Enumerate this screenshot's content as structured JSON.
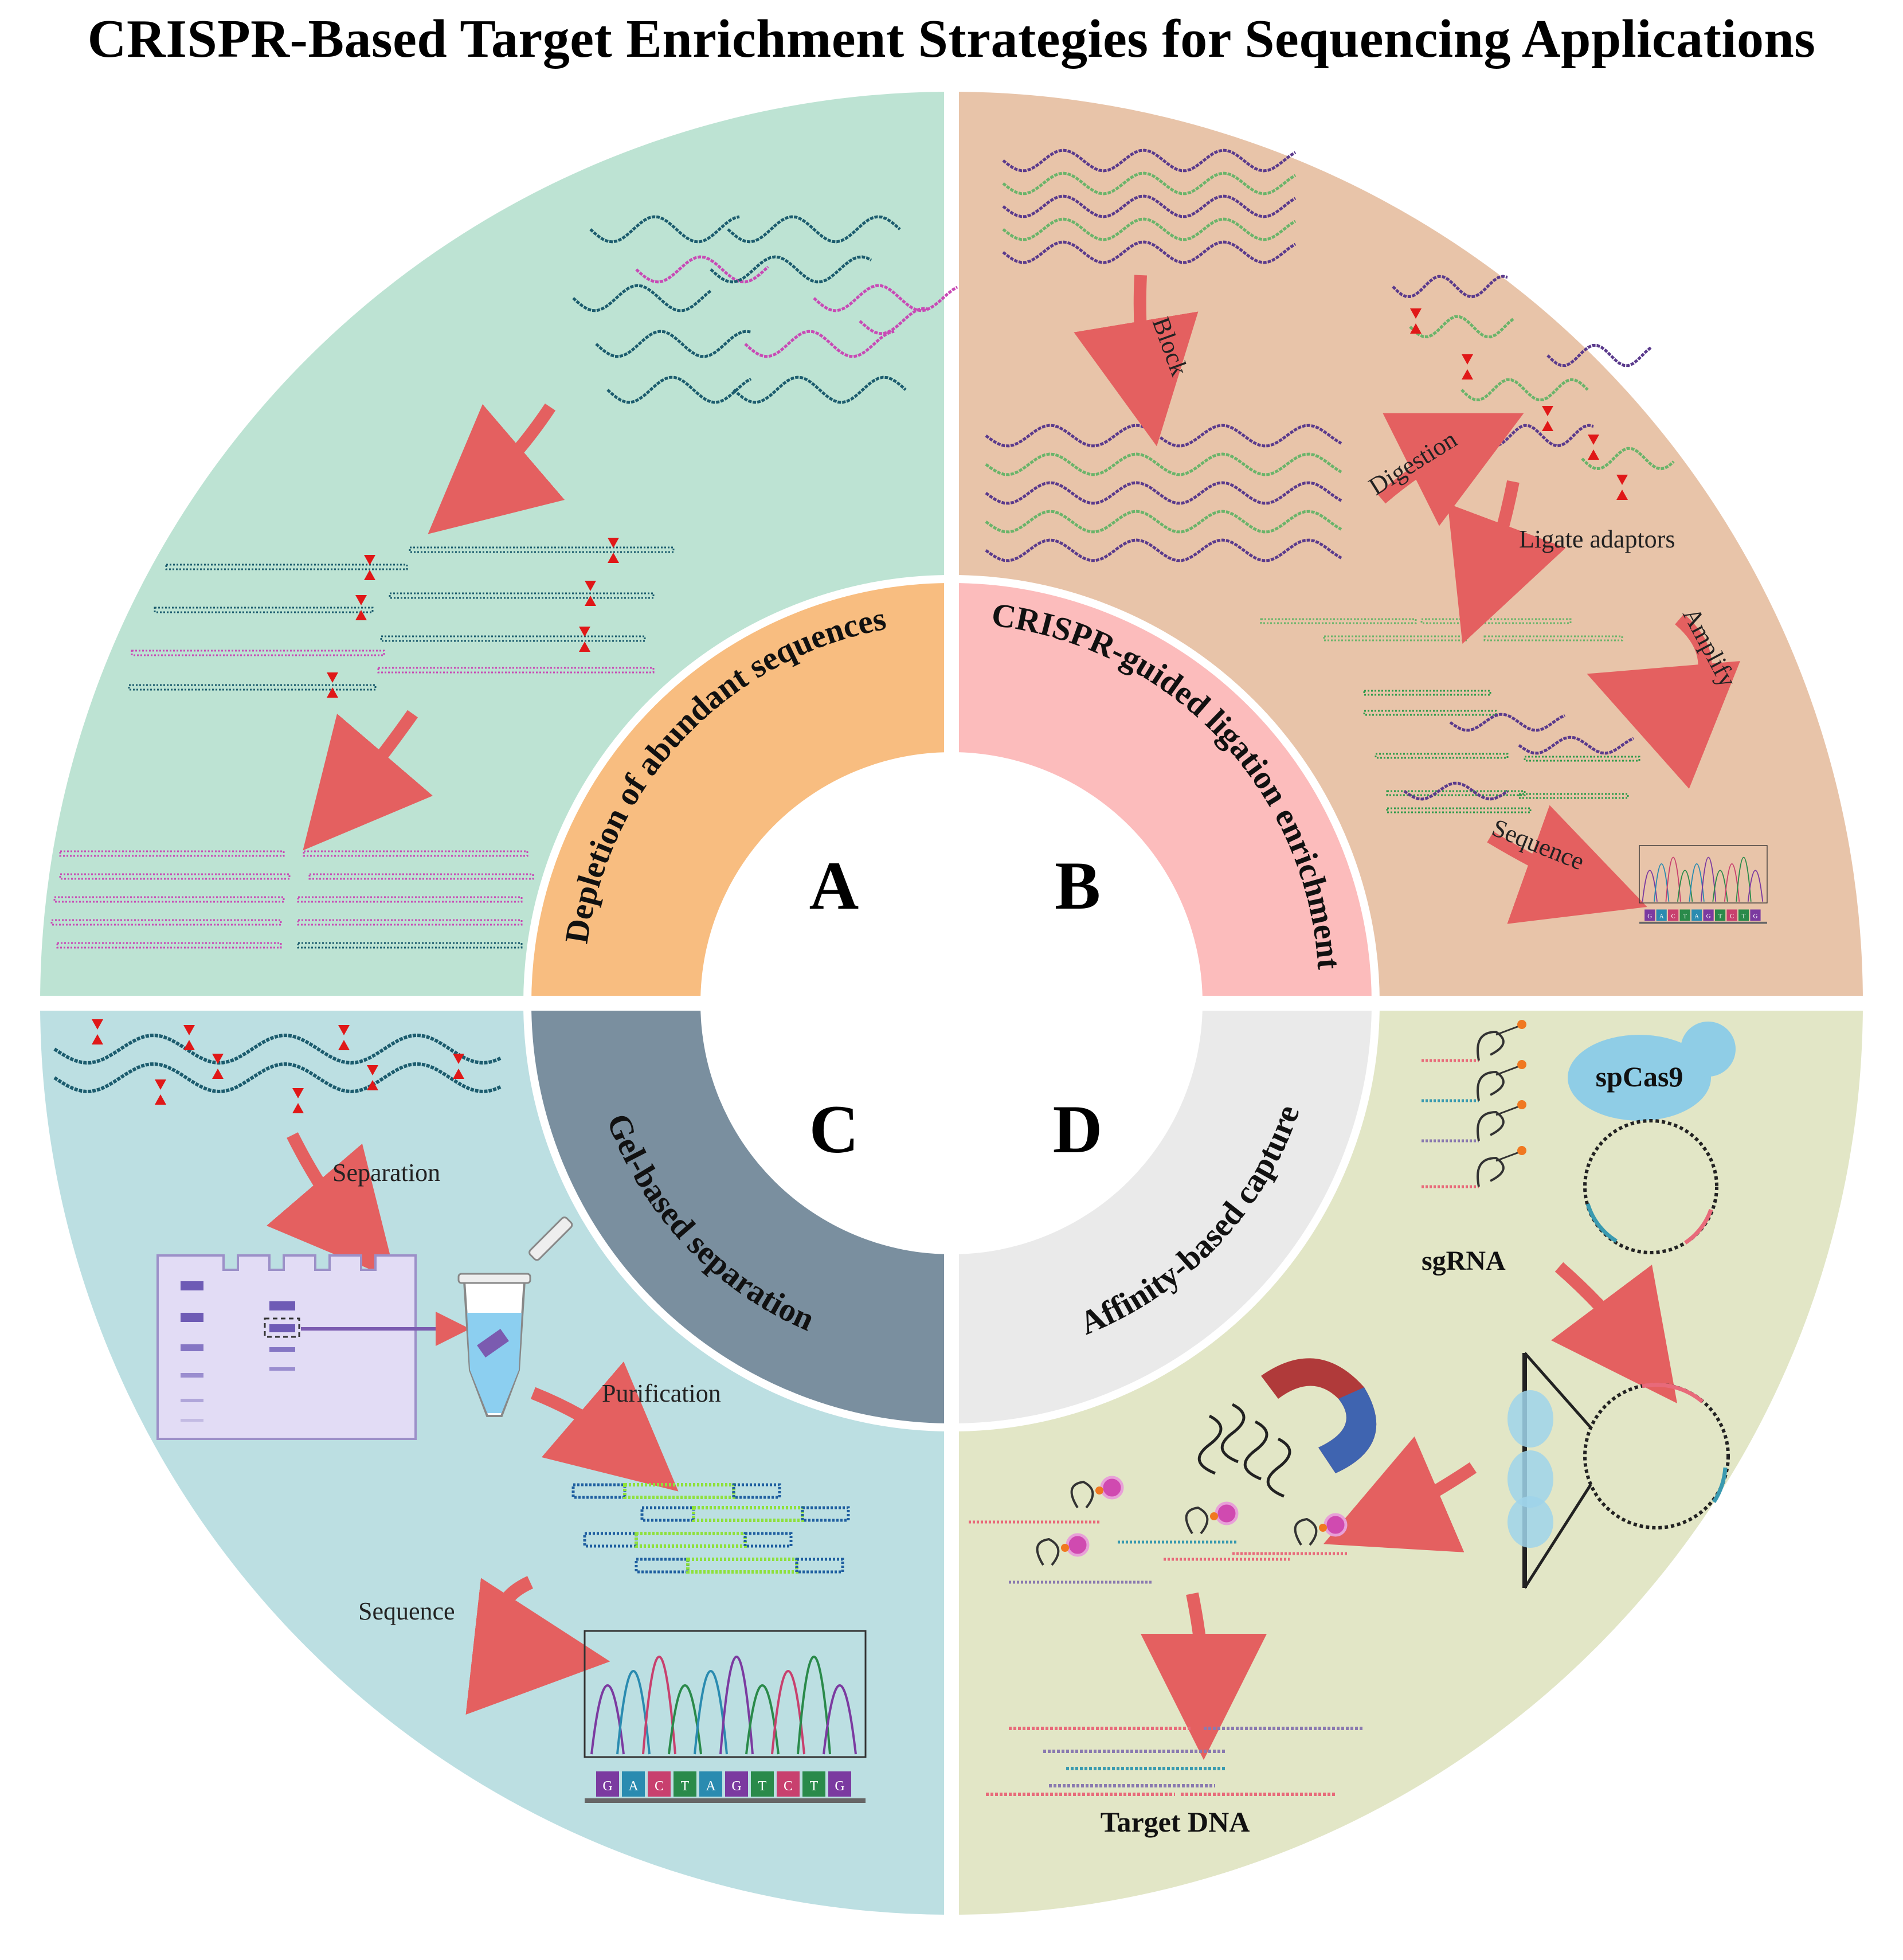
{
  "title": "CRISPR-Based Target Enrichment Strategies for Sequencing Applications",
  "center_letters": [
    "A",
    "B",
    "C",
    "D"
  ],
  "ring_labels": {
    "a": "Depletion of abundant sequences",
    "b": "CRISPR-guided ligation enrichment",
    "c": "Gel-based separation",
    "d": "Affinity-based capture"
  },
  "step_labels": {
    "block": "Block",
    "digestion": "Digestion",
    "ligate": "Ligate adaptors",
    "amplify": "Amplify",
    "sequence_b": "Sequence",
    "separation": "Separation",
    "purification": "Purification",
    "sequence_c": "Sequence",
    "sgrna": "sgRNA",
    "spcas9": "spCas9",
    "target_dna": "Target DNA"
  },
  "base_sequence": [
    "G",
    "A",
    "C",
    "T",
    "A",
    "G",
    "T",
    "C",
    "T",
    "G"
  ],
  "colors": {
    "quadrant_a": "#bde3d3",
    "quadrant_b": "#e8c4a9",
    "quadrant_c": "#bcdfe2",
    "quadrant_d": "#e2e6c6",
    "ring_a": "#f8bd80",
    "ring_b": "#fcbcbc",
    "ring_c": "#7a8f9f",
    "ring_d": "#eaeaea",
    "arrow": "#e46060"
  }
}
